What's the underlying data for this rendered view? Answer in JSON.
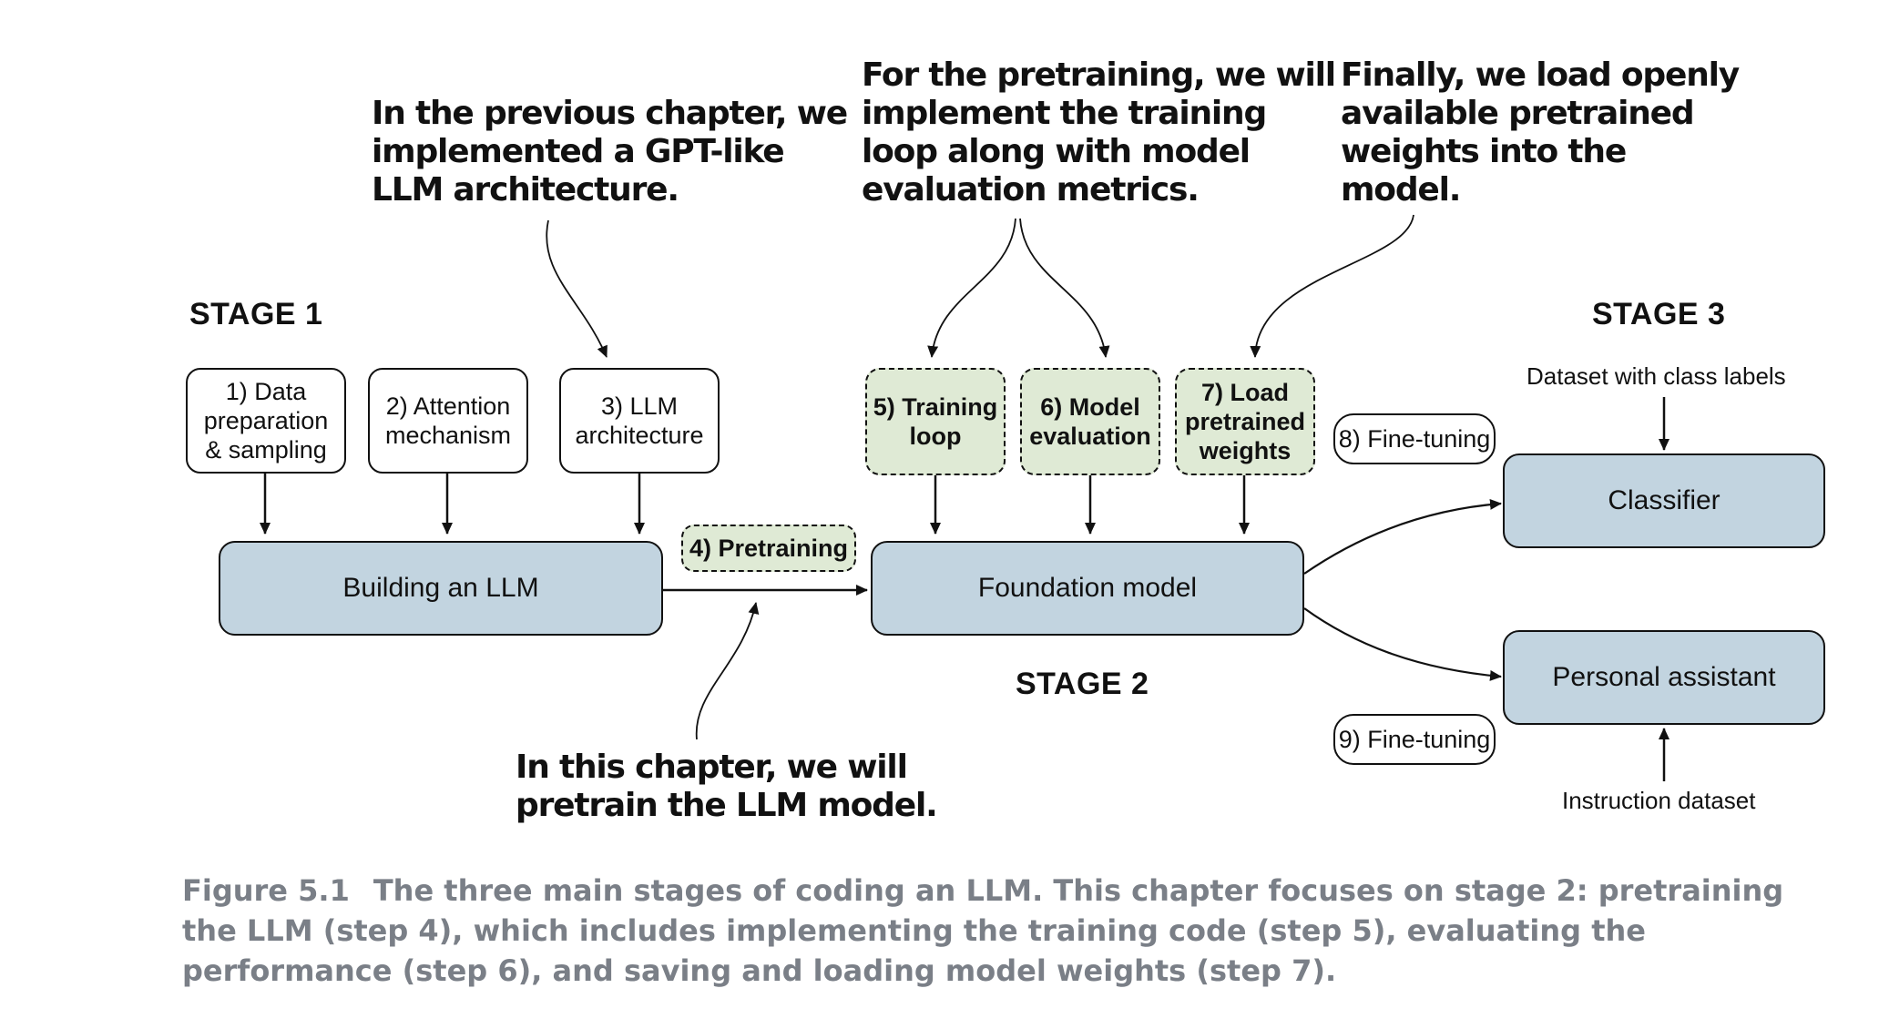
{
  "annotations": {
    "previous_chapter": "In the previous chapter, we\nimplemented a GPT-like\nLLM architecture.",
    "pretraining_note": "For the pretraining, we will\nimplement the training\nloop along with model\nevaluation metrics.",
    "finally_note": "Finally, we load openly\navailable pretrained\nweights into the\nmodel.",
    "this_chapter": "In this chapter, we will\npretrain the LLM model."
  },
  "stages": {
    "stage1": "STAGE 1",
    "stage2": "STAGE 2",
    "stage3": "STAGE 3"
  },
  "steps": {
    "step1": "1) Data\npreparation\n& sampling",
    "step2": "2) Attention\nmechanism",
    "step3": "3) LLM\narchitecture",
    "step4": "4) Pretraining",
    "step5": "5) Training\nloop",
    "step6": "6) Model\nevaluation",
    "step7": "7) Load\npretrained\nweights",
    "step8": "8) Fine-tuning",
    "step9": "9) Fine-tuning"
  },
  "nodes": {
    "building": "Building an LLM",
    "foundation": "Foundation model",
    "classifier": "Classifier",
    "assistant": "Personal assistant"
  },
  "inputs": {
    "class_labels": "Dataset with class labels",
    "instruction": "Instruction dataset"
  },
  "caption": {
    "figure_number": "Figure 5.1",
    "text": "The three main stages of coding an LLM. This chapter focuses on stage 2: pretraining the LLM (step 4), which includes implementing the training code (step 5), evaluating the performance (step 6), and saving and loading model weights (step 7)."
  },
  "colors": {
    "blue_box": "#c2d4e0",
    "green_box": "#dfead5",
    "caption_gray": "#7a7f87"
  }
}
